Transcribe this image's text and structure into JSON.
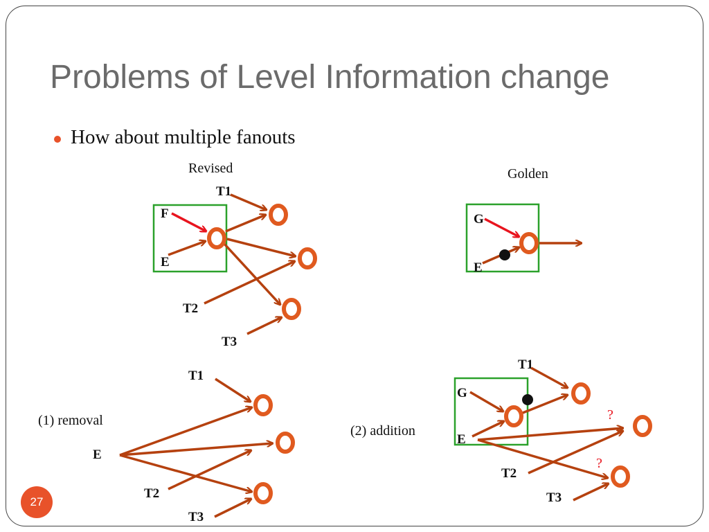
{
  "slide": {
    "title": "Problems of Level Information change",
    "bullet": "How about multiple fanouts",
    "page_number": "27"
  },
  "diagram": {
    "revised": {
      "caption": "Revised",
      "labels": {
        "t1": "T1",
        "f": "F",
        "e": "E",
        "t2": "T2",
        "t3": "T3"
      }
    },
    "golden": {
      "caption": "Golden",
      "labels": {
        "g": "G",
        "e": "E"
      }
    },
    "removal": {
      "caption": "(1) removal",
      "labels": {
        "t1": "T1",
        "e": "E",
        "t2": "T2",
        "t3": "T3"
      }
    },
    "addition": {
      "caption": "(2) addition",
      "labels": {
        "t1": "T1",
        "g": "G",
        "e": "E",
        "t2": "T2",
        "t3": "T3",
        "q1": "?",
        "q2": "?"
      }
    }
  },
  "colors": {
    "accent": "#e8522a",
    "wire": "#b5410f",
    "gate": "#e05a1f",
    "box": "#2ba12b",
    "highlight": "#e8141e",
    "dot": "#111111",
    "question": "#e8141e"
  }
}
